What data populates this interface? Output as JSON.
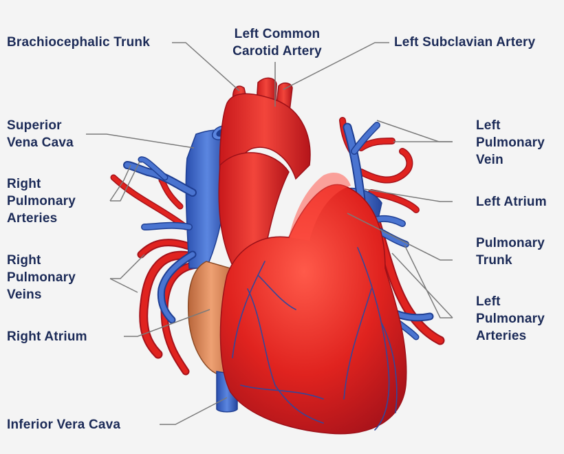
{
  "labels": {
    "brachiocephalic_trunk": "Brachiocephalic Trunk",
    "left_common_carotid_artery": "Left Common\nCarotid Artery",
    "left_subclavian_artery": "Left Subclavian Artery",
    "superior_vena_cava": "Superior\nVena Cava",
    "right_pulmonary_arteries": "Right\nPulmonary\nArteries",
    "right_pulmonary_veins": "Right\nPulmonary\nVeins",
    "right_atrium": "Right Atrium",
    "inferior_vera_cava": "Inferior Vera Cava",
    "left_pulmonary_vein": "Left\nPulmonary\nVein",
    "left_atrium": "Left Atrium",
    "pulmonary_trunk": "Pulmonary\nTrunk",
    "left_pulmonary_arteries": "Left\nPulmonary\nArteries"
  },
  "colors": {
    "background": "#f4f4f4",
    "label_text": "#1b2a57",
    "leader_line": "#7a7a7a",
    "artery_red": "#e0231f",
    "artery_dark": "#a5121a",
    "vein_blue": "#2f57b8",
    "vein_light": "#5b86e0",
    "atrium_tan": "#d98755",
    "coronary_blue": "#34479a"
  }
}
